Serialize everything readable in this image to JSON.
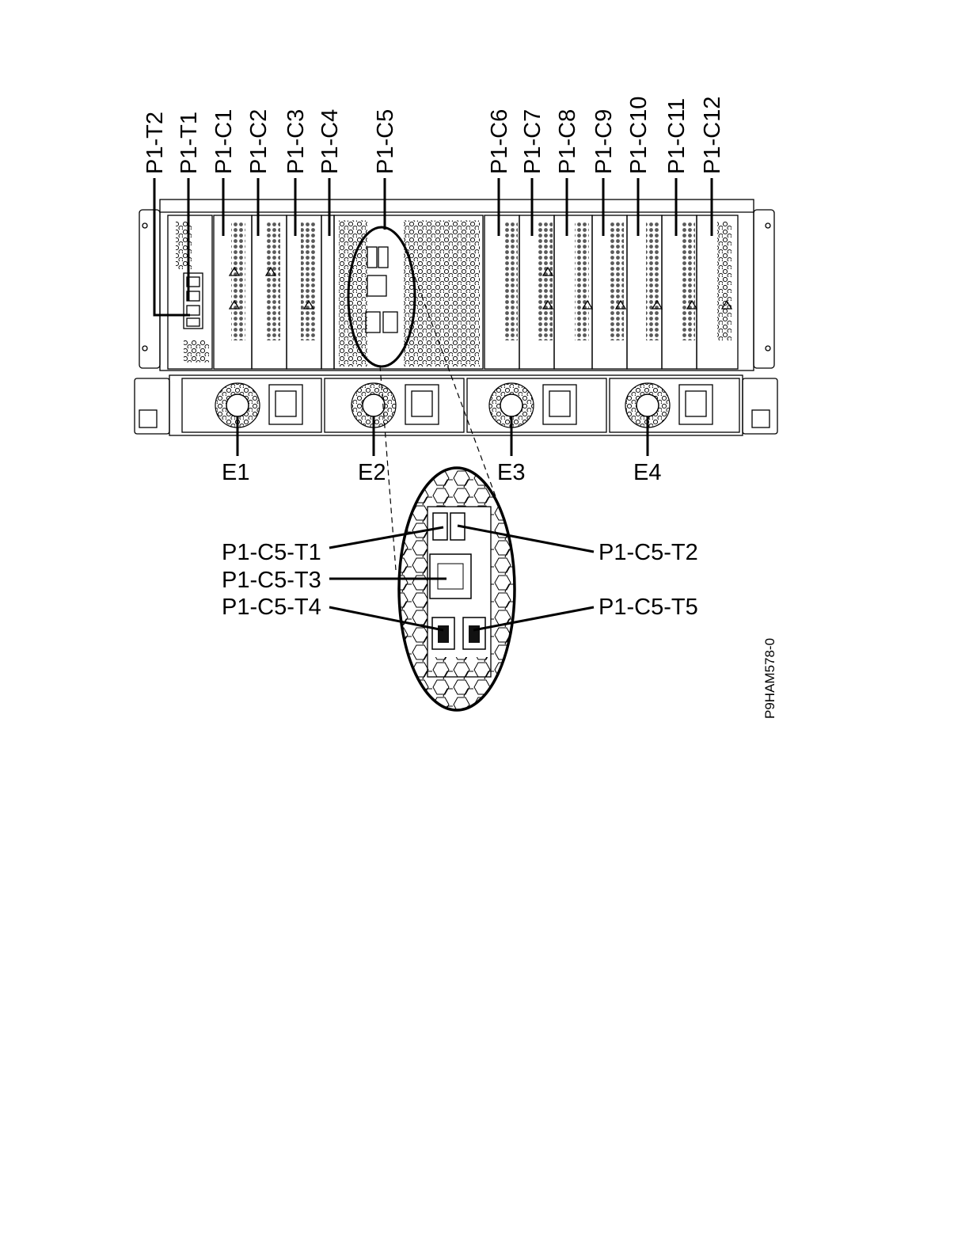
{
  "figure": {
    "slot_labels": [
      "P1-T2",
      "P1-T1",
      "P1-C1",
      "P1-C2",
      "P1-C3",
      "P1-C4",
      "P1-C5",
      "P1-C6",
      "P1-C7",
      "P1-C8",
      "P1-C9",
      "P1-C10",
      "P1-C11",
      "P1-C12"
    ],
    "power_labels": [
      "E1",
      "E2",
      "E3",
      "E4"
    ],
    "detail_labels": {
      "t1": "P1-C5-T1",
      "t2": "P1-C5-T2",
      "t3": "P1-C5-T3",
      "t4": "P1-C5-T4",
      "t5": "P1-C5-T5"
    },
    "figure_id": "P9HAM578-0"
  }
}
